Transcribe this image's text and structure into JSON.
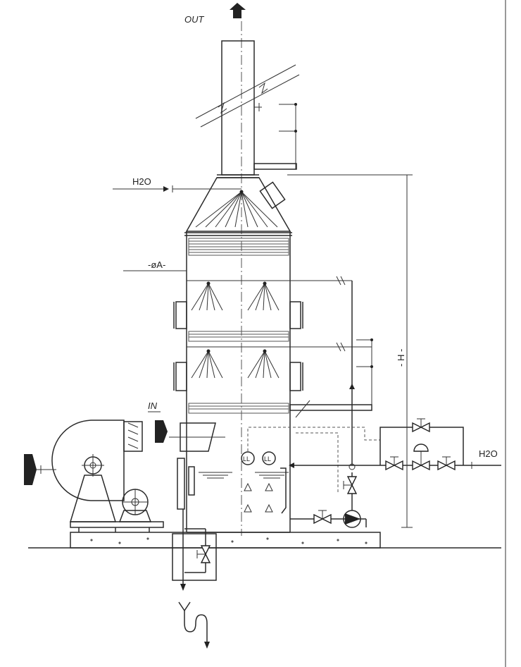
{
  "labels": {
    "out": "OUT",
    "in": "IN",
    "h2o_top": "H2O",
    "h2o_right": "H2O",
    "diameter": "-øA-",
    "height": "- H -",
    "level_1": "LL",
    "level_2": "LL"
  },
  "colors": {
    "line": "#2a2a2a",
    "fill_dark": "#222222",
    "background": "#ffffff"
  }
}
